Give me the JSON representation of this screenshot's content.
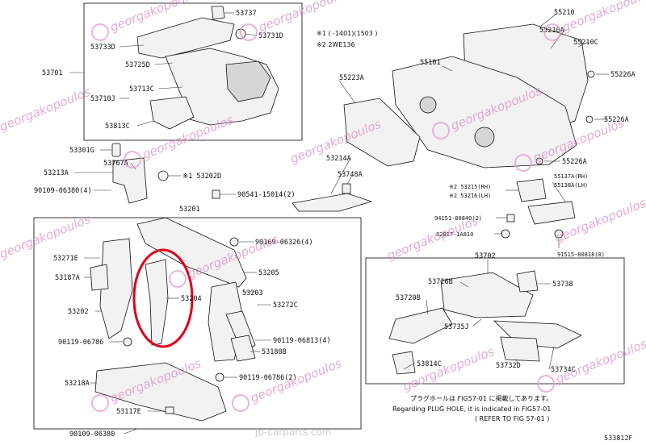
{
  "labels": {
    "p53737": "53737",
    "p53733D": "53733D",
    "p53731D": "53731D",
    "p53725D": "53725D",
    "p53701": "53701",
    "p53713C": "53713C",
    "p53710J": "53710J",
    "p53813C": "53813C",
    "p53301G": "53301G",
    "p53213A": "53213A",
    "p53767A": "53767A",
    "p53202D": "※1 53202D",
    "p90109_06380": "90109-06380(4)",
    "p90541": "90541-15014(2)",
    "p53201": "53201",
    "p90109_06326": "90109-06326(4)",
    "p53271E": "53271E",
    "p53205": "53205",
    "p53187A": "53187A",
    "p53204": "53204",
    "p53203": "53203",
    "p53272C": "53272C",
    "p53202": "53202",
    "p90119_06786": "90119-06786",
    "p90119_06813": "90119-06813(4)",
    "p53188B": "53188B",
    "p53218A": "53218A",
    "p90119_06786b": "90119-06786(2)",
    "p53117E": "53117E",
    "p90109_06380b": "90109-06380",
    "p55210": "55210",
    "p55210A": "55210A",
    "p55210C": "55210C",
    "p55101": "55101",
    "p55223A": "55223A",
    "p55226A_1": "55226A",
    "p55226A_2": "55226A",
    "p55226A_3": "55226A",
    "p53214A": "53214A",
    "p53748A": "53748A",
    "p53215": "※2 53215(RH)",
    "p53216": "※2 53216(LH)",
    "p55137A": "55137A(RH)",
    "p55138A": "55138A(LH)",
    "p94151": "94151-80840(2)",
    "p82817": "82817-1A810",
    "p91515": "91515-80818(8)",
    "p53702": "53702",
    "p53726B": "53726B",
    "p53738": "53738",
    "p53720B": "53720B",
    "p53735J": "53735J",
    "p53814C": "53814C",
    "p53732D": "53732D",
    "p53734C": "53734C"
  },
  "notes": {
    "note1": "※1 (     -1401)(1503     )",
    "note2": "※2 2WE136",
    "plug_jp": "プラグホールは FIG57-01 に掲載してあります。",
    "plug_en": "Regarding PLUG HOLE, it is indicated in FIG57-01",
    "plug_ref": "(     REFER TO FIG 57-01   )",
    "fig_code": "533812F"
  },
  "watermark": {
    "brand": "georgakopoulos",
    "site": "jp-carparts.com"
  },
  "colors": {
    "highlight": "#e0001b",
    "watermark": "#d98fc9",
    "line": "#111111"
  }
}
